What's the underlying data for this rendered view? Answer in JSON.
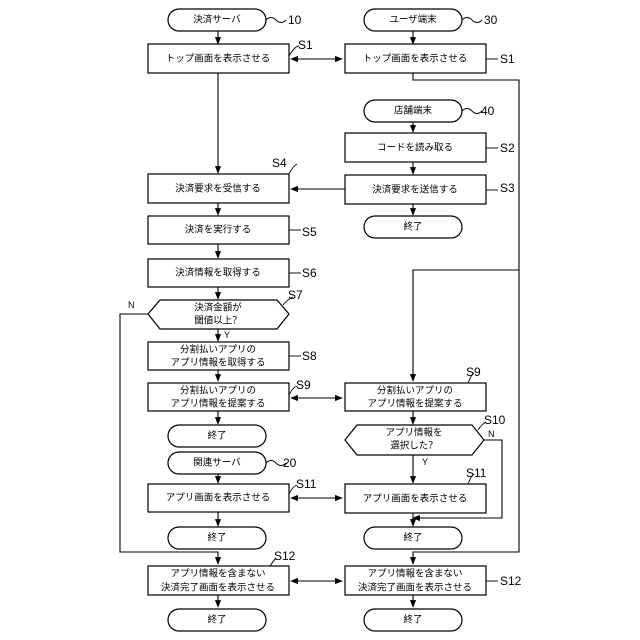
{
  "nodes": {
    "server": "決済サーバ",
    "server_ref": "10",
    "user": "ユーザ端末",
    "user_ref": "30",
    "store": "店舗端末",
    "store_ref": "40",
    "related": "関連サーバ",
    "related_ref": "20",
    "top_left": "トップ画面を表示させる",
    "top_right": "トップ画面を表示させる",
    "read_code": "コードを読み取る",
    "receive_req": "決済要求を受信する",
    "send_req": "決済要求を送信する",
    "end_store": "終了",
    "execute": "決済を実行する",
    "get_info": "決済情報を取得する",
    "cond_amount_1": "決済金額が",
    "cond_amount_2": "閾値以上？",
    "get_app_1": "分割払いアプリの",
    "get_app_2": "アプリ情報を取得する",
    "propose_l1": "分割払いアプリの",
    "propose_l2": "アプリ情報を提案する",
    "propose_r1": "分割払いアプリの",
    "propose_r2": "アプリ情報を提案する",
    "end_after_propose": "終了",
    "select_1": "アプリ情報を",
    "select_2": "選択した？",
    "app_screen_left": "アプリ画面を表示させる",
    "app_screen_right": "アプリ画面を表示させる",
    "end_left_mid": "終了",
    "end_right_mid": "終了",
    "done_l1": "アプリ情報を含まない",
    "done_l2": "決済完了画面を表示させる",
    "done_r1": "アプリ情報を含まない",
    "done_r2": "決済完了画面を表示させる",
    "end_left_final": "終了",
    "end_right_final": "終了",
    "yes": "Y",
    "no": "N"
  },
  "steps": {
    "s1a": "S1",
    "s1b": "S1",
    "s2": "S2",
    "s3": "S3",
    "s4": "S4",
    "s5": "S5",
    "s6": "S6",
    "s7": "S7",
    "s8": "S8",
    "s9a": "S9",
    "s9b": "S9",
    "s10": "S10",
    "s11a": "S11",
    "s11b": "S11",
    "s12a": "S12",
    "s12b": "S12"
  }
}
